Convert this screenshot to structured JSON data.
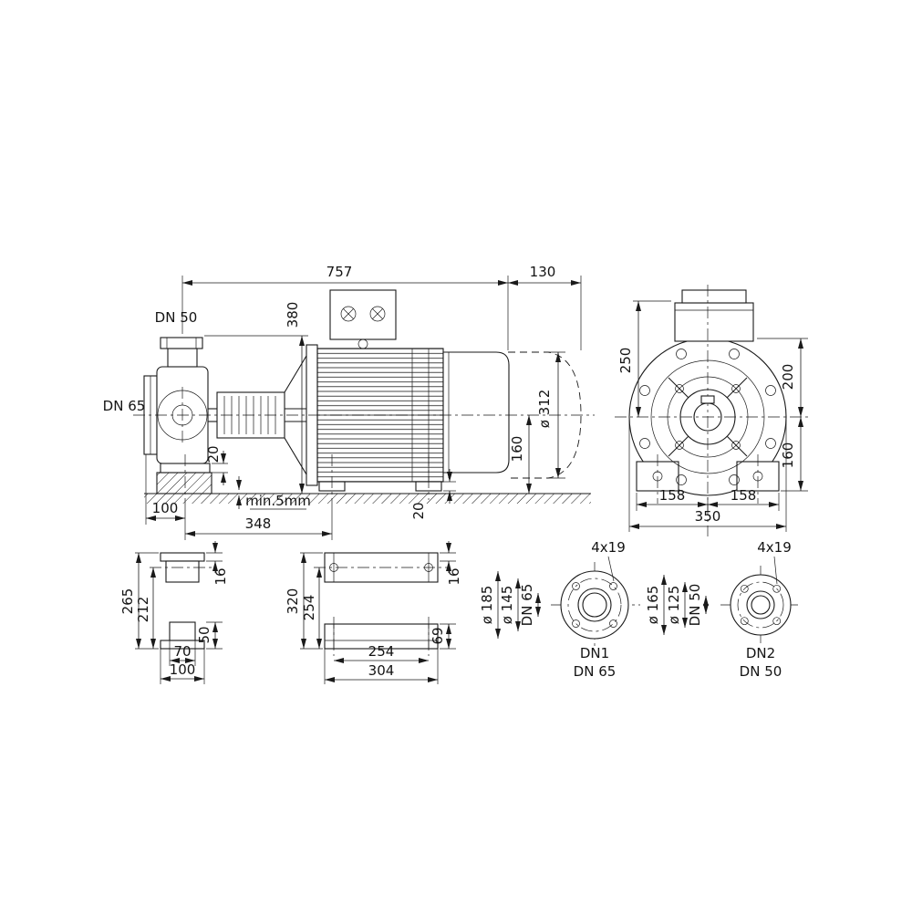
{
  "meta": {
    "background": "#ffffff",
    "line_color": "#1a1a1a"
  },
  "side_view": {
    "dim_total_length": "757",
    "dim_removal_space": "130",
    "discharge_flange": "DN 50",
    "suction_flange": "DN 65",
    "dim_flange_height": "380",
    "dim_motor_diameter": "ø 312",
    "dim_shaft_height": "160",
    "dim_pump_foot_thickness": "20",
    "dim_motor_foot_thickness": "20",
    "grout_gap": "min.5mm",
    "dim_foot_offset": "100",
    "dim_foot_spacing": "348"
  },
  "end_view": {
    "dim_box_height": "250",
    "dim_top_half": "200",
    "dim_shaft_height": "160",
    "dim_foot_left": "158",
    "dim_foot_right": "158",
    "dim_width": "350"
  },
  "pump_foot_detail": {
    "dim_overall_height": "265",
    "dim_center_height": "212",
    "dim_plate_thickness": "16",
    "dim_foot_height": "50",
    "dim_slot_width": "70",
    "dim_width": "100"
  },
  "baseplate_detail": {
    "dim_overall_height": "320",
    "dim_center_height": "254",
    "dim_plate_thickness": "16",
    "dim_foot_height": "69",
    "dim_hole_spacing": "254",
    "dim_width": "304"
  },
  "flange_dn65": {
    "holes": "4x19",
    "outer_diameter": "ø 185",
    "bolt_circle": "ø 145",
    "nominal": "DN 65",
    "caption_id": "DN1",
    "caption_size": "DN 65"
  },
  "flange_dn50": {
    "holes": "4x19",
    "outer_diameter": "ø 165",
    "bolt_circle": "ø 125",
    "nominal": "DN 50",
    "caption_id": "DN2",
    "caption_size": "DN 50"
  }
}
